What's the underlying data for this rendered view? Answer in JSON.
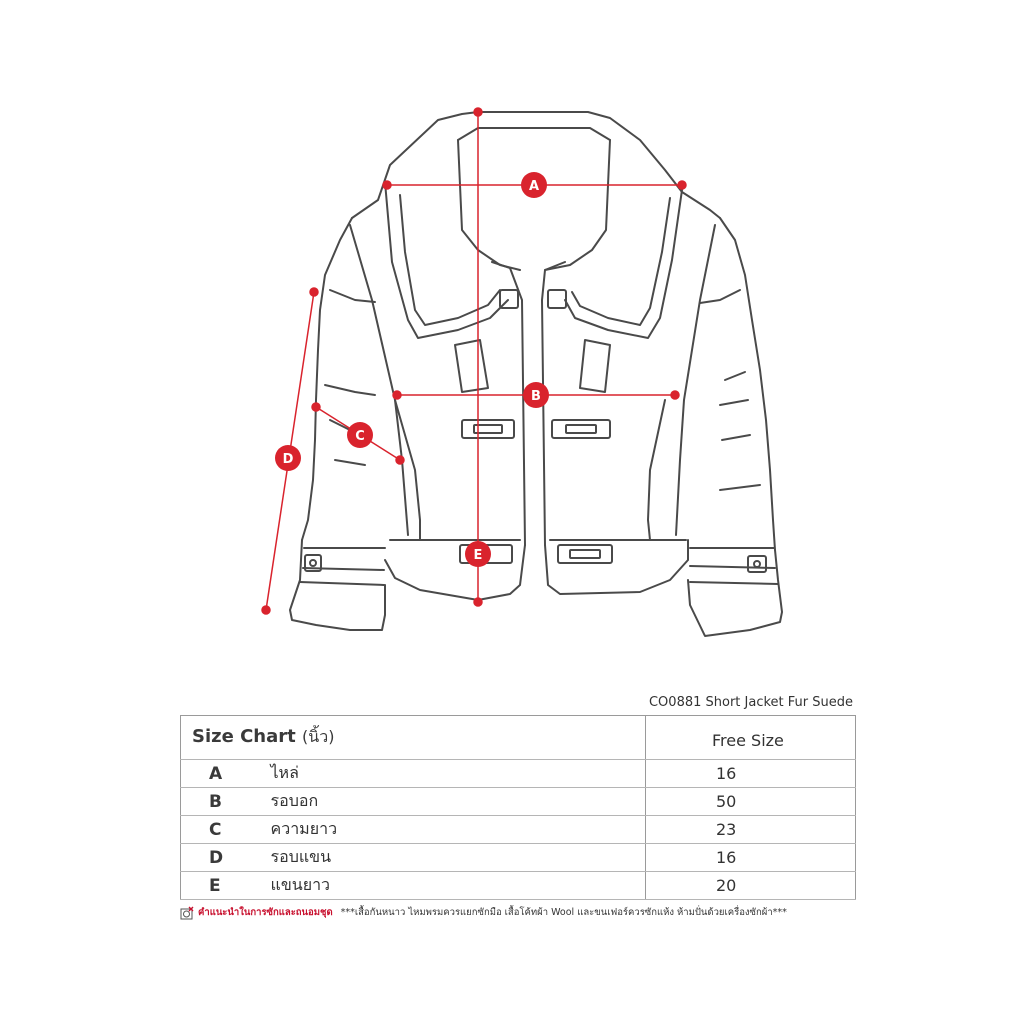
{
  "colors": {
    "marker": "#d9232d",
    "line": "#4a4a4a"
  },
  "markers": {
    "a": "A",
    "b": "B",
    "c": "C",
    "d": "D",
    "e": "E"
  },
  "product": {
    "title": "CO0881 Short Jacket Fur Suede"
  },
  "size_chart": {
    "title": "Size Chart",
    "unit": "(นิ้ว)",
    "column_header": "Free Size",
    "rows": [
      {
        "letter": "A",
        "name": "ไหล่",
        "value": "16"
      },
      {
        "letter": "B",
        "name": "รอบอก",
        "value": "50"
      },
      {
        "letter": "C",
        "name": "ความยาว",
        "value": "23"
      },
      {
        "letter": "D",
        "name": "รอบแขน",
        "value": "16"
      },
      {
        "letter": "E",
        "name": "แขนยาว",
        "value": "20"
      }
    ]
  },
  "care": {
    "icon": "wash-care-icon",
    "label": "คำแนะนำในการซักและถนอมชุด",
    "text": "***เสื้อกันหนาว ไหมพรมควรแยกซักมือ เสื้อโค้ทผ้า Wool และขนเฟอร์ควรซักแห้ง ห้ามปั่นด้วยเครื่องซักผ้า***"
  }
}
